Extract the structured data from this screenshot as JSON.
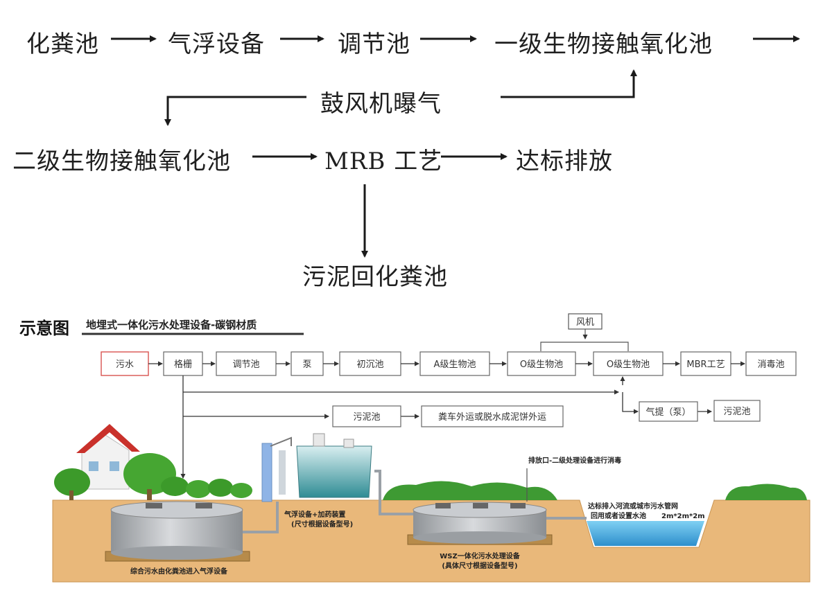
{
  "top_flow": {
    "row1": [
      "化粪池",
      "气浮设备",
      "调节池",
      "一级生物接触氧化池"
    ],
    "blower": "鼓风机曝气",
    "row2": [
      "二级生物接触氧化池",
      "MRB 工艺",
      "达标排放"
    ],
    "sludge": "污泥回化粪池"
  },
  "schematic": {
    "label": "示意图",
    "title": "地埋式一体化污水处理设备-碳钢材质",
    "fan": "风机",
    "process": [
      "污水",
      "格栅",
      "调节池",
      "泵",
      "初沉池",
      "A级生物池",
      "O级生物池",
      "O级生物池",
      "MBR工艺",
      "消毒池"
    ],
    "sludge_box": "污泥池",
    "truck_box": "粪车外运或脱水成泥饼外运",
    "air_pump": "气提（泵）",
    "sludge_box2": "污泥池",
    "captions": {
      "tank1": "综合污水由化粪池进入气浮设备",
      "flot1": "气浮设备+加药装置",
      "flot2": "(尺寸根据设备型号)",
      "wsz1": "WSZ一体化污水处理设备",
      "wsz2": "(具体尺寸根据设备型号)",
      "disch1": "达标排入河流或城市污水管网",
      "disch2": "回用或者设置水池",
      "disch3": "2m*2m*2m",
      "pipe_note": "排放口-二级处理设备进行消毒"
    }
  },
  "colors": {
    "ground": "#e9b87a",
    "tank": "#b9bcc0",
    "water": "#3fa9e0",
    "tree": "#3c9a2a",
    "sewage_box": "#d9534f"
  }
}
